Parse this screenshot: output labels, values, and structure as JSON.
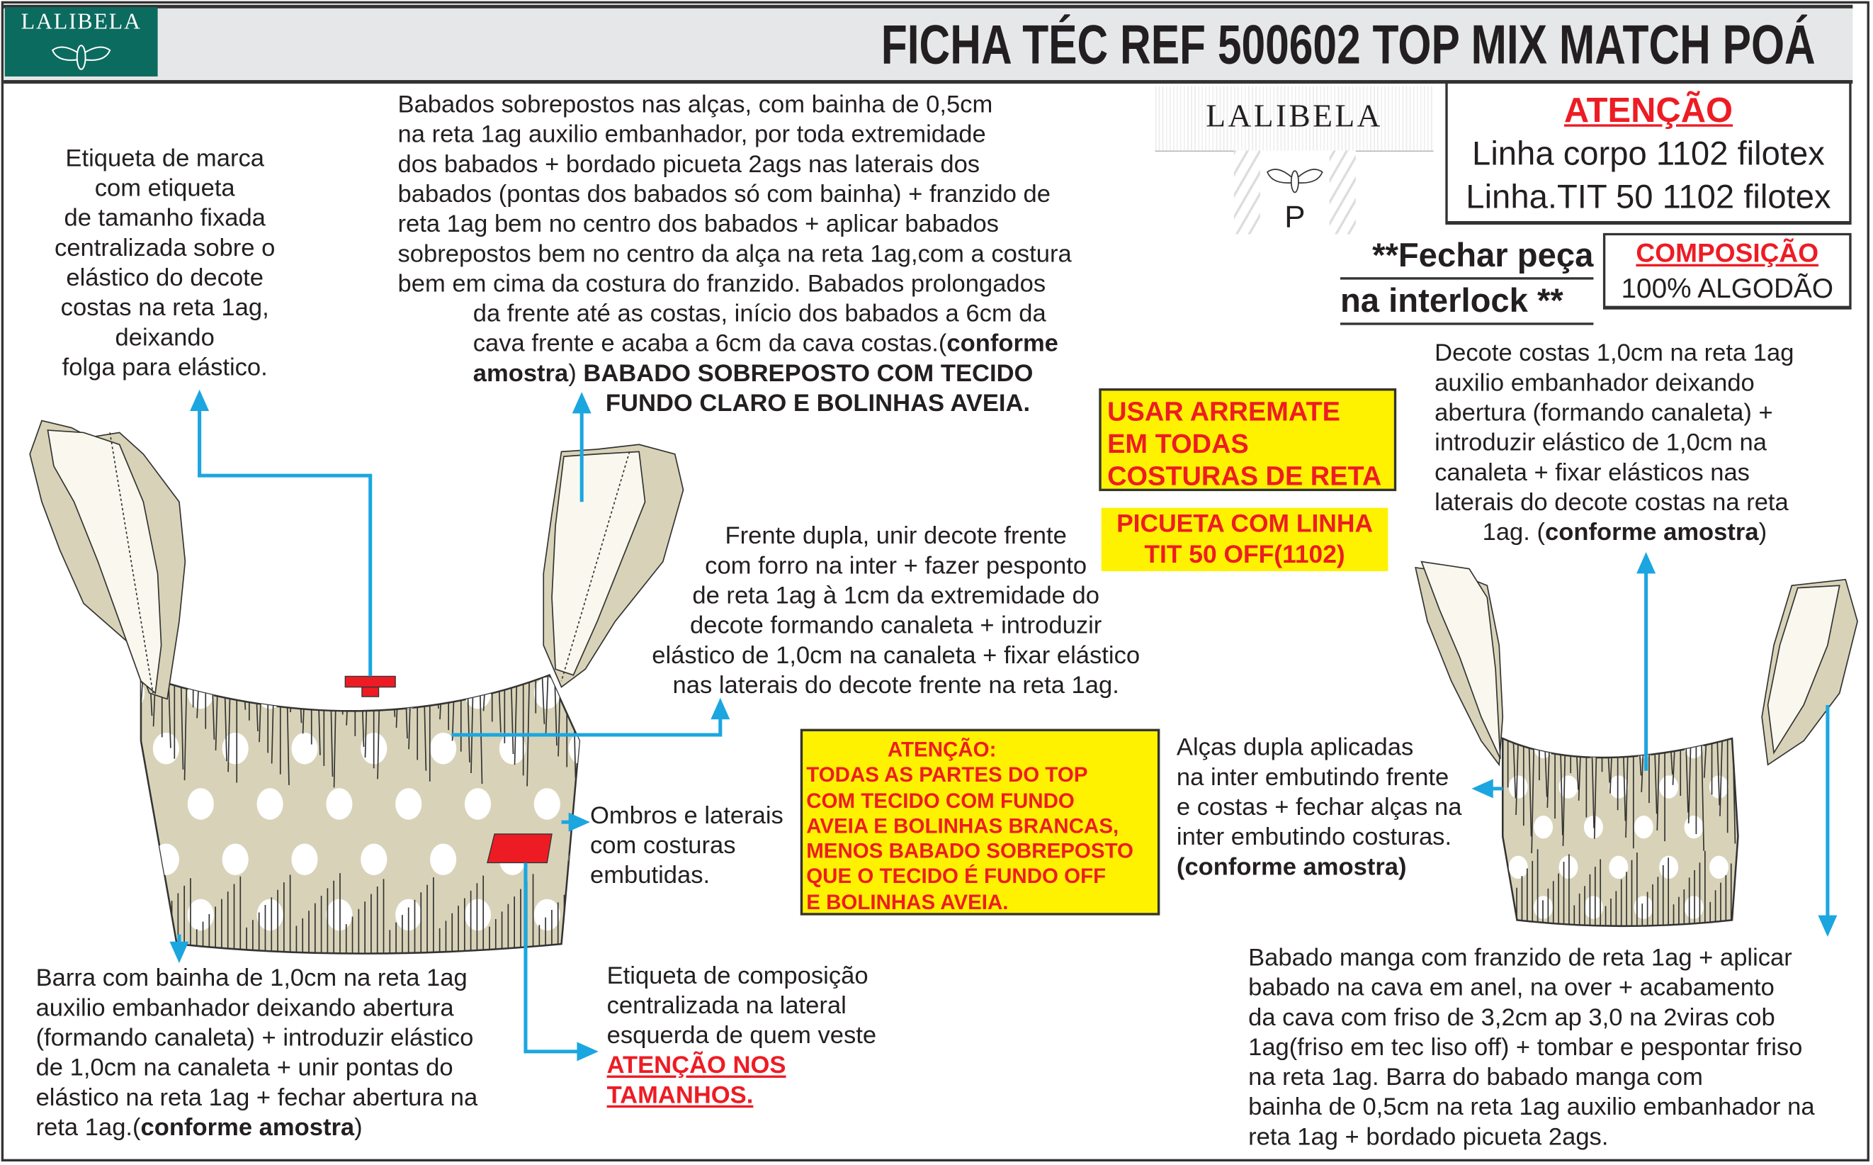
{
  "header": {
    "brand": "LALIBELA",
    "title": "FICHA TÉC REF 500602 TOP MIX MATCH POÁ"
  },
  "label_tag": {
    "brand": "LALIBELA",
    "size": "P"
  },
  "attention_box": {
    "heading": "ATENÇÃO",
    "lines": [
      "Linha corpo 1102 filotex",
      "Linha.TIT 50 1102 filotex"
    ]
  },
  "close_note": {
    "line1": "**Fechar peça",
    "line2": "na interlock **"
  },
  "composition": {
    "heading": "COMPOSIÇÃO",
    "value": "100% ALGODÃO"
  },
  "notes": {
    "brand_label": [
      "Etiqueta de marca",
      "com etiqueta",
      "de tamanho fixada",
      "centralizada sobre o",
      "elástico do decote",
      "costas na reta 1ag,",
      "deixando",
      "folga para elástico."
    ],
    "ruffles": [
      "Babados sobrepostos nas alças, com bainha de 0,5cm",
      "na reta 1ag auxilio embanhador, por  toda extremidade",
      "dos babados + bordado picueta 2ags nas laterais dos",
      "babados (pontas dos babados só com bainha) + franzido de",
      "reta 1ag bem no centro dos babados + aplicar babados",
      "sobrepostos bem no centro da alça na reta 1ag,com a costura",
      "bem em cima da costura do franzido. Babados prolongados",
      "da frente até as costas, início dos babados a 6cm da",
      "cava frente e acaba a 6cm da cava costas.("
    ],
    "ruffles_bold1": "conforme",
    "ruffles_bold2": "amostra",
    "ruffles_close": ")",
    "ruffles_bold3": " BABADO SOBREPOSTO COM TECIDO",
    "ruffles_bold4": "FUNDO CLARO E BOLINHAS AVEIA.",
    "back_neck": [
      "Decote costas 1,0cm na reta 1ag",
      "auxilio embanhador deixando",
      "abertura (formando canaleta) +",
      "introduzir elástico de 1,0cm na",
      "canaleta + fixar elásticos nas",
      "laterais do decote costas na reta"
    ],
    "back_neck_last": "1ag. (",
    "back_neck_bold": "conforme amostra",
    "back_neck_end": ")",
    "front_neck": [
      "Frente dupla, unir decote frente",
      "com forro na inter + fazer pesponto",
      "de reta 1ag à 1cm da extremidade do",
      "decote formando canaleta + introduzir",
      "elástico de 1,0cm na canaleta  + fixar elástico",
      "nas laterais do decote frente na reta 1ag."
    ],
    "shoulders": [
      "Ombros e laterais",
      "com costuras",
      "embutidas."
    ],
    "straps": [
      "Alças dupla aplicadas",
      "na inter embutindo frente",
      "e costas + fechar alças na",
      "inter embutindo costuras."
    ],
    "straps_bold": "(conforme amostra)",
    "hem": [
      "Barra com bainha de 1,0cm na reta 1ag",
      "auxilio embanhador deixando abertura",
      "(formando canaleta) + introduzir elástico",
      "de 1,0cm na canaleta + unir pontas do",
      "elástico na reta 1ag + fechar abertura na"
    ],
    "hem_last": " reta 1ag.(",
    "hem_bold": "conforme amostra",
    "hem_end": ")",
    "comp_label": [
      "Etiqueta de composição",
      "centralizada na lateral",
      "esquerda de quem veste"
    ],
    "comp_label_red": [
      "ATENÇÃO NOS ",
      "TAMANHOS."
    ],
    "sleeve_ruffle": [
      "Babado manga com franzido de reta 1ag + aplicar",
      "babado na cava em anel, na over + acabamento",
      "da cava com friso de 3,2cm ap 3,0 na 2viras cob",
      "1ag(friso em tec liso off) + tombar e pespontar friso",
      "na reta 1ag. Barra do babado manga com",
      "bainha de 0,5cm na reta 1ag auxilio embanhador na",
      "reta 1ag + bordado picueta 2ags."
    ]
  },
  "yellow_boxes": {
    "finish": [
      "USAR ARREMATE",
      "EM TODAS",
      "COSTURAS DE RETA"
    ],
    "picueta": [
      "PICUETA COM LINHA",
      "TIT 50 OFF(1102)"
    ],
    "fabric": {
      "heading": "ATENÇÃO:",
      "lines": [
        "TODAS AS PARTES DO TOP",
        "COM TECIDO COM FUNDO",
        "AVEIA E BOLINHAS BRANCAS,",
        "MENOS BABADO SOBREPOSTO",
        "QUE O TECIDO É FUNDO OFF",
        "E BOLINHAS AVEIA."
      ]
    }
  },
  "colors": {
    "arrow": "#1ba6e0",
    "fabric": "#d8d3b8",
    "teal": "#0b6b5f",
    "yellow": "#fff200",
    "red": "#ed1c24"
  }
}
